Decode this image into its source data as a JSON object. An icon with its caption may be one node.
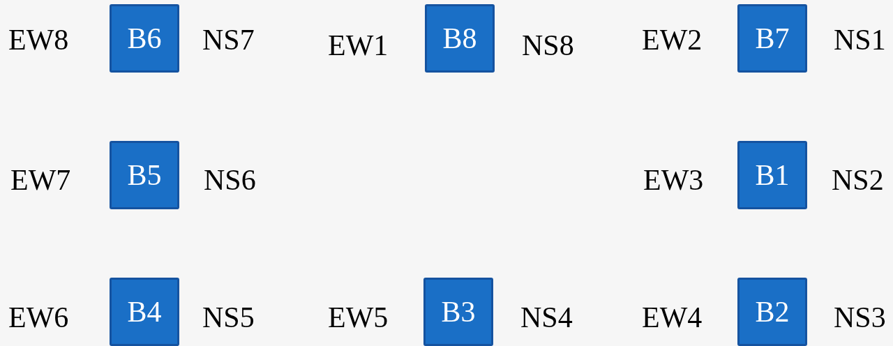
{
  "diagram": {
    "nodes": [
      {
        "text": [
          "B6"
        ]
      },
      {
        "text": [
          "B8"
        ]
      },
      {
        "text": [
          "B7"
        ]
      },
      {
        "text": [
          "B5"
        ]
      },
      {
        "text": [
          "B1"
        ]
      },
      {
        "text": [
          "B4"
        ]
      },
      {
        "text": [
          "B3"
        ]
      },
      {
        "text": [
          "B2"
        ]
      }
    ],
    "labels": [
      "EW8",
      "NS7",
      "EW1",
      "NS8",
      "EW2",
      "NS1",
      "EW7",
      "NS6",
      "EW3",
      "NS2",
      "EW6",
      "NS5",
      "EW5",
      "NS4",
      "EW4",
      "NS3"
    ]
  }
}
